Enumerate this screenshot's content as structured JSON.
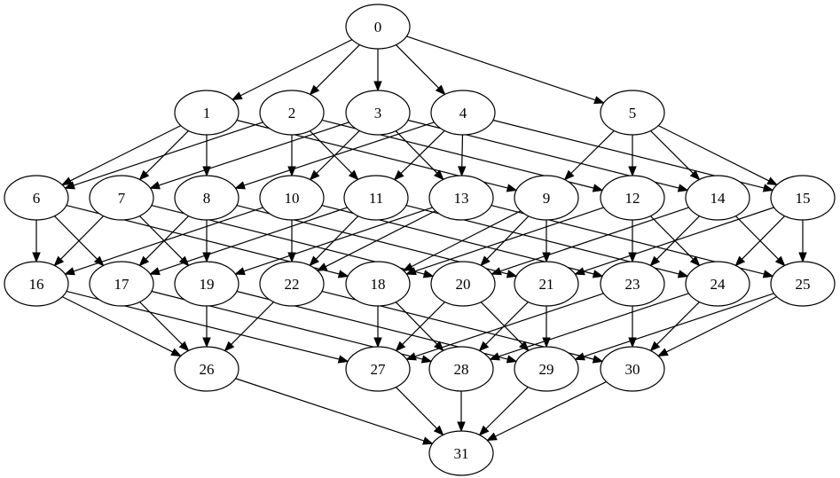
{
  "graph": {
    "nodes": [
      "0",
      "1",
      "2",
      "3",
      "4",
      "5",
      "6",
      "7",
      "8",
      "9",
      "10",
      "11",
      "12",
      "13",
      "14",
      "15",
      "16",
      "17",
      "18",
      "19",
      "20",
      "21",
      "22",
      "23",
      "24",
      "25",
      "26",
      "27",
      "28",
      "29",
      "30",
      "31"
    ],
    "edges": [
      [
        "0",
        "1"
      ],
      [
        "0",
        "2"
      ],
      [
        "0",
        "3"
      ],
      [
        "0",
        "4"
      ],
      [
        "0",
        "5"
      ],
      [
        "1",
        "6"
      ],
      [
        "1",
        "7"
      ],
      [
        "1",
        "8"
      ],
      [
        "1",
        "9"
      ],
      [
        "2",
        "6"
      ],
      [
        "2",
        "10"
      ],
      [
        "2",
        "11"
      ],
      [
        "2",
        "12"
      ],
      [
        "3",
        "7"
      ],
      [
        "3",
        "10"
      ],
      [
        "3",
        "13"
      ],
      [
        "3",
        "14"
      ],
      [
        "4",
        "8"
      ],
      [
        "4",
        "11"
      ],
      [
        "4",
        "13"
      ],
      [
        "4",
        "15"
      ],
      [
        "5",
        "9"
      ],
      [
        "5",
        "12"
      ],
      [
        "5",
        "14"
      ],
      [
        "5",
        "15"
      ],
      [
        "6",
        "16"
      ],
      [
        "6",
        "17"
      ],
      [
        "6",
        "18"
      ],
      [
        "7",
        "16"
      ],
      [
        "7",
        "19"
      ],
      [
        "7",
        "20"
      ],
      [
        "8",
        "17"
      ],
      [
        "8",
        "19"
      ],
      [
        "8",
        "21"
      ],
      [
        "9",
        "18"
      ],
      [
        "9",
        "20"
      ],
      [
        "9",
        "21"
      ],
      [
        "10",
        "16"
      ],
      [
        "10",
        "22"
      ],
      [
        "10",
        "23"
      ],
      [
        "11",
        "17"
      ],
      [
        "11",
        "22"
      ],
      [
        "11",
        "24"
      ],
      [
        "12",
        "18"
      ],
      [
        "12",
        "23"
      ],
      [
        "12",
        "24"
      ],
      [
        "13",
        "19"
      ],
      [
        "13",
        "22"
      ],
      [
        "13",
        "25"
      ],
      [
        "14",
        "20"
      ],
      [
        "14",
        "23"
      ],
      [
        "14",
        "25"
      ],
      [
        "15",
        "21"
      ],
      [
        "15",
        "24"
      ],
      [
        "15",
        "25"
      ],
      [
        "16",
        "26"
      ],
      [
        "16",
        "27"
      ],
      [
        "17",
        "26"
      ],
      [
        "17",
        "28"
      ],
      [
        "19",
        "26"
      ],
      [
        "19",
        "29"
      ],
      [
        "22",
        "26"
      ],
      [
        "22",
        "30"
      ],
      [
        "18",
        "27"
      ],
      [
        "18",
        "28"
      ],
      [
        "20",
        "27"
      ],
      [
        "20",
        "29"
      ],
      [
        "23",
        "27"
      ],
      [
        "23",
        "30"
      ],
      [
        "21",
        "28"
      ],
      [
        "21",
        "29"
      ],
      [
        "24",
        "28"
      ],
      [
        "24",
        "30"
      ],
      [
        "25",
        "29"
      ],
      [
        "25",
        "30"
      ],
      [
        "26",
        "31"
      ],
      [
        "27",
        "31"
      ],
      [
        "28",
        "31"
      ],
      [
        "29",
        "31"
      ],
      [
        "30",
        "31"
      ]
    ]
  }
}
